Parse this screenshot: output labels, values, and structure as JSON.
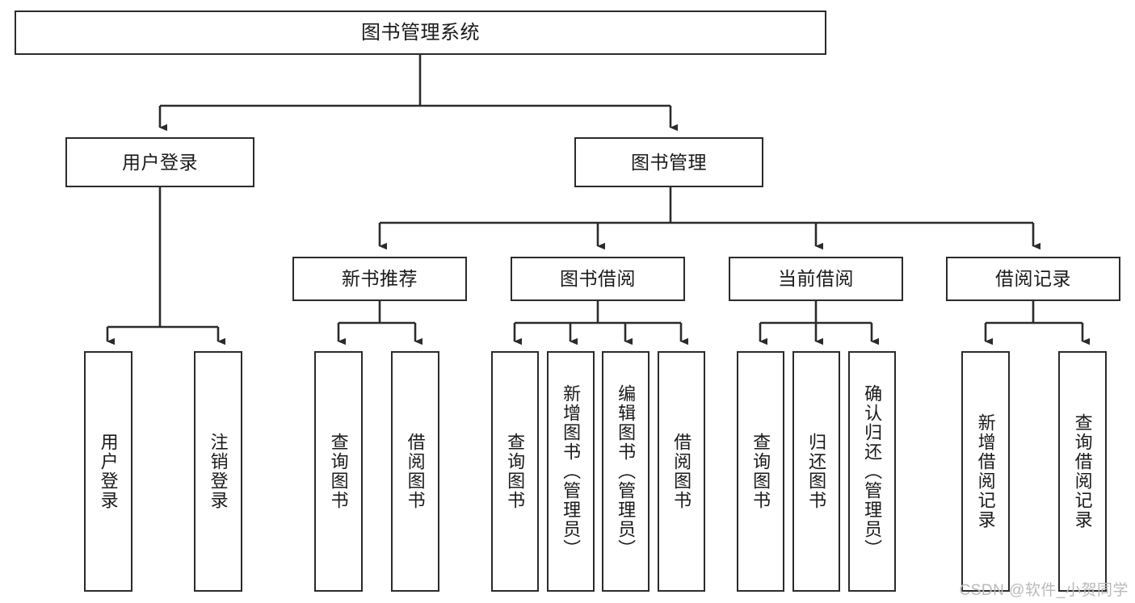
{
  "diagram": {
    "type": "tree-hierarchy",
    "title": "图书管理系统",
    "watermark": "CSDN @软件_小贺同学",
    "colors": {
      "stroke": "#2b2b2b",
      "fill": "#ffffff",
      "text": "#1a1a1a",
      "watermark": "#b9b9b9"
    },
    "levels": [
      {
        "index": 0,
        "name": "root"
      },
      {
        "index": 1,
        "name": "modules"
      },
      {
        "index": 2,
        "name": "submodules"
      },
      {
        "index": 3,
        "name": "functions"
      }
    ],
    "nodes": {
      "root": {
        "label": "图书管理系统"
      },
      "level1": [
        {
          "id": "user-login",
          "label": "用户登录"
        },
        {
          "id": "book-manage",
          "label": "图书管理"
        }
      ],
      "level2": [
        {
          "id": "new-book-recommend",
          "label": "新书推荐"
        },
        {
          "id": "book-borrow",
          "label": "图书借阅"
        },
        {
          "id": "current-borrow",
          "label": "当前借阅"
        },
        {
          "id": "borrow-record",
          "label": "借阅记录"
        }
      ],
      "level3": [
        {
          "id": "leaf-user-login",
          "label": "用户登录",
          "parent": "user-login"
        },
        {
          "id": "leaf-logout-login",
          "label": "注销登录",
          "parent": "user-login"
        },
        {
          "id": "leaf-query-book-1",
          "label": "查询图书",
          "parent": "new-book-recommend"
        },
        {
          "id": "leaf-borrow-book-1",
          "label": "借阅图书",
          "parent": "new-book-recommend"
        },
        {
          "id": "leaf-query-book-2",
          "label": "查询图书",
          "parent": "book-borrow"
        },
        {
          "id": "leaf-add-book",
          "label": "新增图书（管理员）",
          "parent": "book-borrow"
        },
        {
          "id": "leaf-edit-book",
          "label": "编辑图书（管理员）",
          "parent": "book-borrow"
        },
        {
          "id": "leaf-borrow-book-2",
          "label": "借阅图书",
          "parent": "book-borrow"
        },
        {
          "id": "leaf-query-book-3",
          "label": "查询图书",
          "parent": "current-borrow"
        },
        {
          "id": "leaf-return-book",
          "label": "归还图书",
          "parent": "current-borrow"
        },
        {
          "id": "leaf-confirm-return",
          "label": "确认归还（管理员）",
          "parent": "current-borrow"
        },
        {
          "id": "leaf-add-record",
          "label": "新增借阅记录",
          "parent": "borrow-record"
        },
        {
          "id": "leaf-query-record",
          "label": "查询借阅记录",
          "parent": "borrow-record"
        }
      ]
    }
  }
}
